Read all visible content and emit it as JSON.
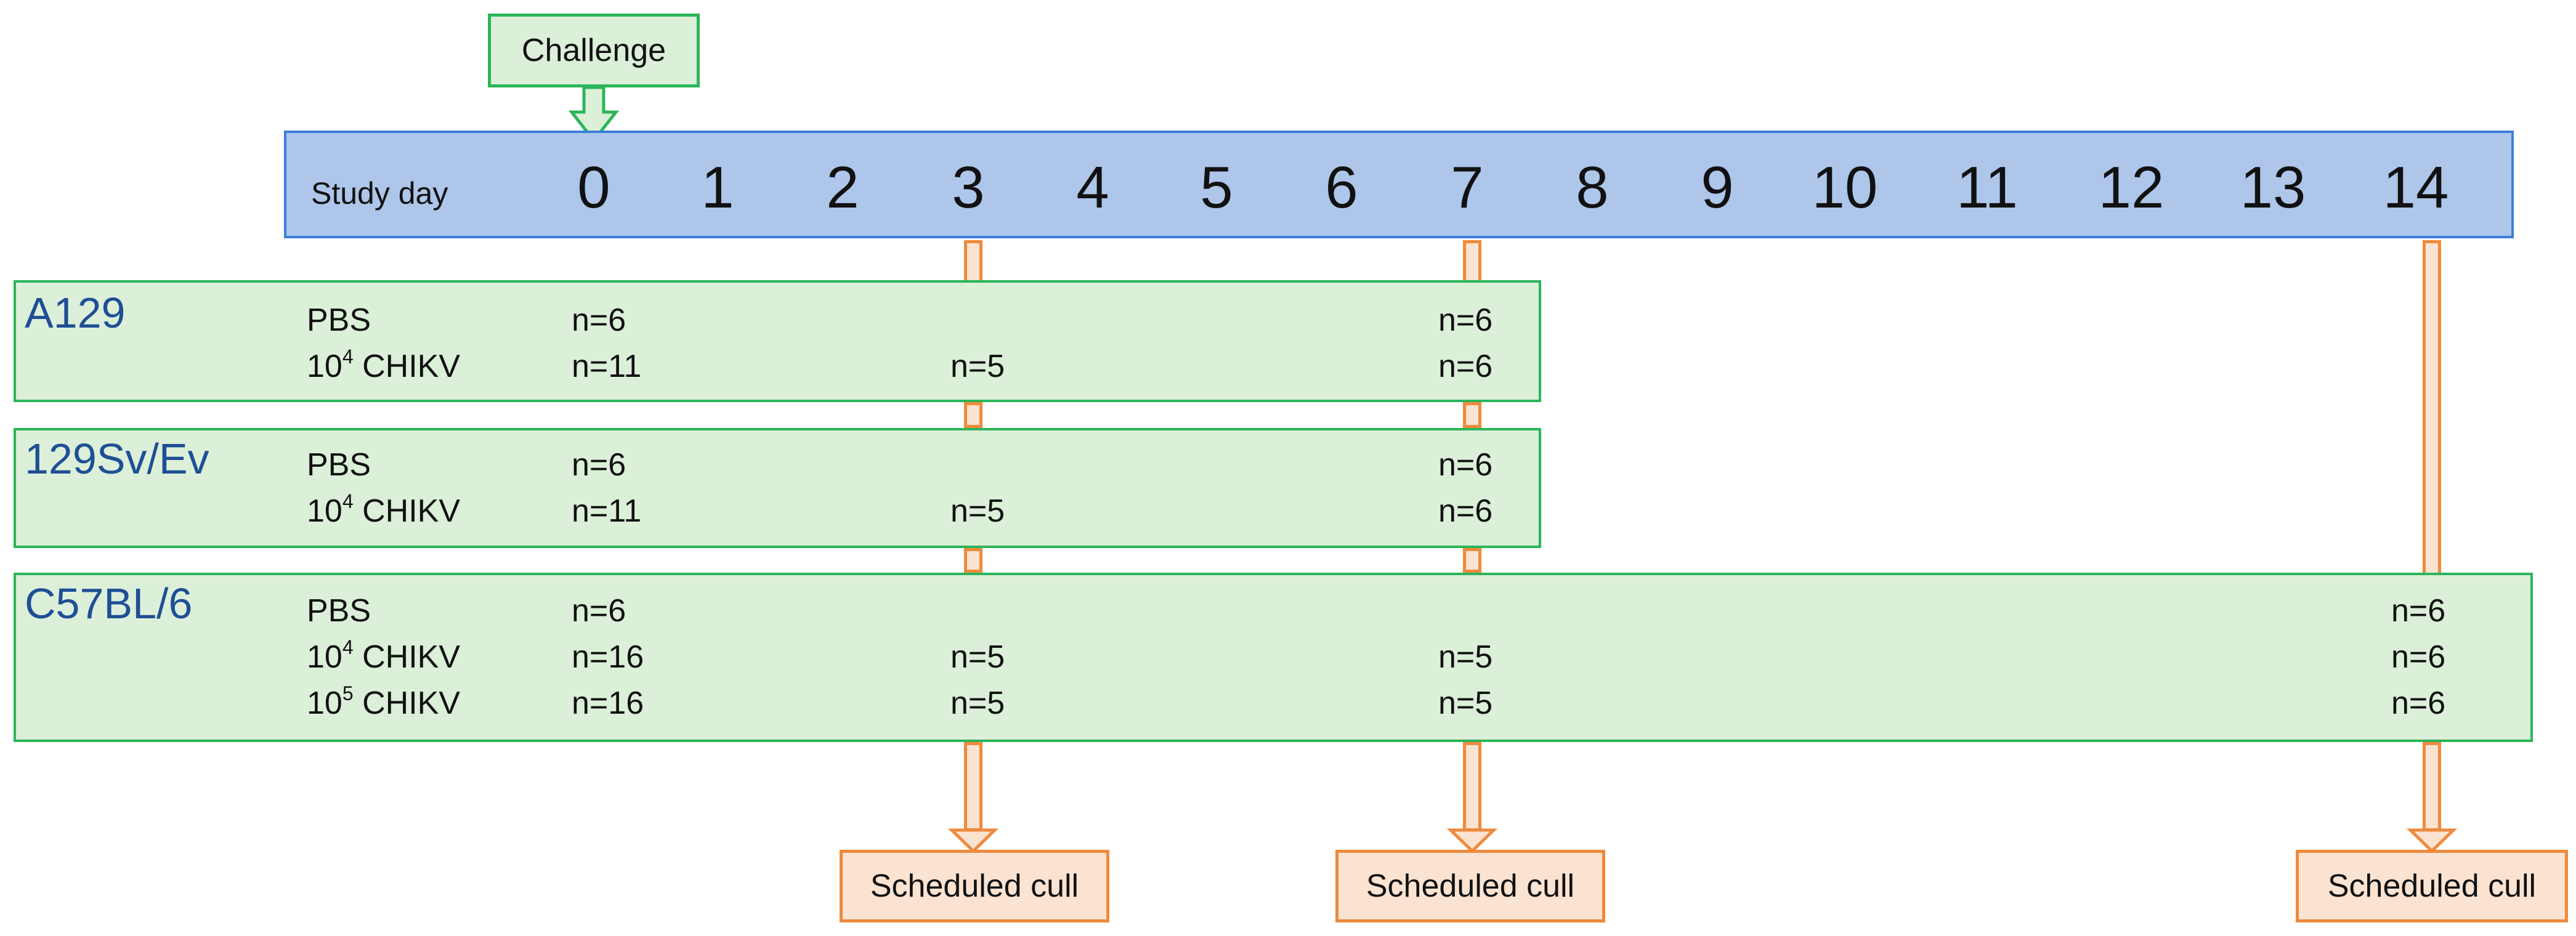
{
  "challenge_label": "Challenge",
  "study_day_label": "Study day",
  "days": [
    "0",
    "1",
    "2",
    "3",
    "4",
    "5",
    "6",
    "7",
    "8",
    "9",
    "10",
    "11",
    "12",
    "13",
    "14"
  ],
  "cull_label": "Scheduled cull",
  "groups": [
    {
      "name": "A129",
      "rows": [
        {
          "base": "PBS",
          "exp": "",
          "suffix": "",
          "d0": "n=6",
          "d3": "",
          "d7": "n=6",
          "d14": ""
        },
        {
          "base": "10",
          "exp": "4",
          "suffix": " CHIKV",
          "d0": "n=11",
          "d3": "n=5",
          "d7": "n=6",
          "d14": ""
        }
      ]
    },
    {
      "name": "129Sv/Ev",
      "rows": [
        {
          "base": "PBS",
          "exp": "",
          "suffix": "",
          "d0": "n=6",
          "d3": "",
          "d7": "n=6",
          "d14": ""
        },
        {
          "base": "10",
          "exp": "4",
          "suffix": " CHIKV",
          "d0": "n=11",
          "d3": "n=5",
          "d7": "n=6",
          "d14": ""
        }
      ]
    },
    {
      "name": "C57BL/6",
      "rows": [
        {
          "base": "PBS",
          "exp": "",
          "suffix": "",
          "d0": "n=6",
          "d3": "",
          "d7": "",
          "d14": "n=6"
        },
        {
          "base": "10",
          "exp": "4",
          "suffix": " CHIKV",
          "d0": "n=16",
          "d3": "n=5",
          "d7": "n=5",
          "d14": "n=6"
        },
        {
          "base": "10",
          "exp": "5",
          "suffix": " CHIKV",
          "d0": "n=16",
          "d3": "n=5",
          "d7": "n=5",
          "d14": "n=6"
        }
      ]
    }
  ]
}
